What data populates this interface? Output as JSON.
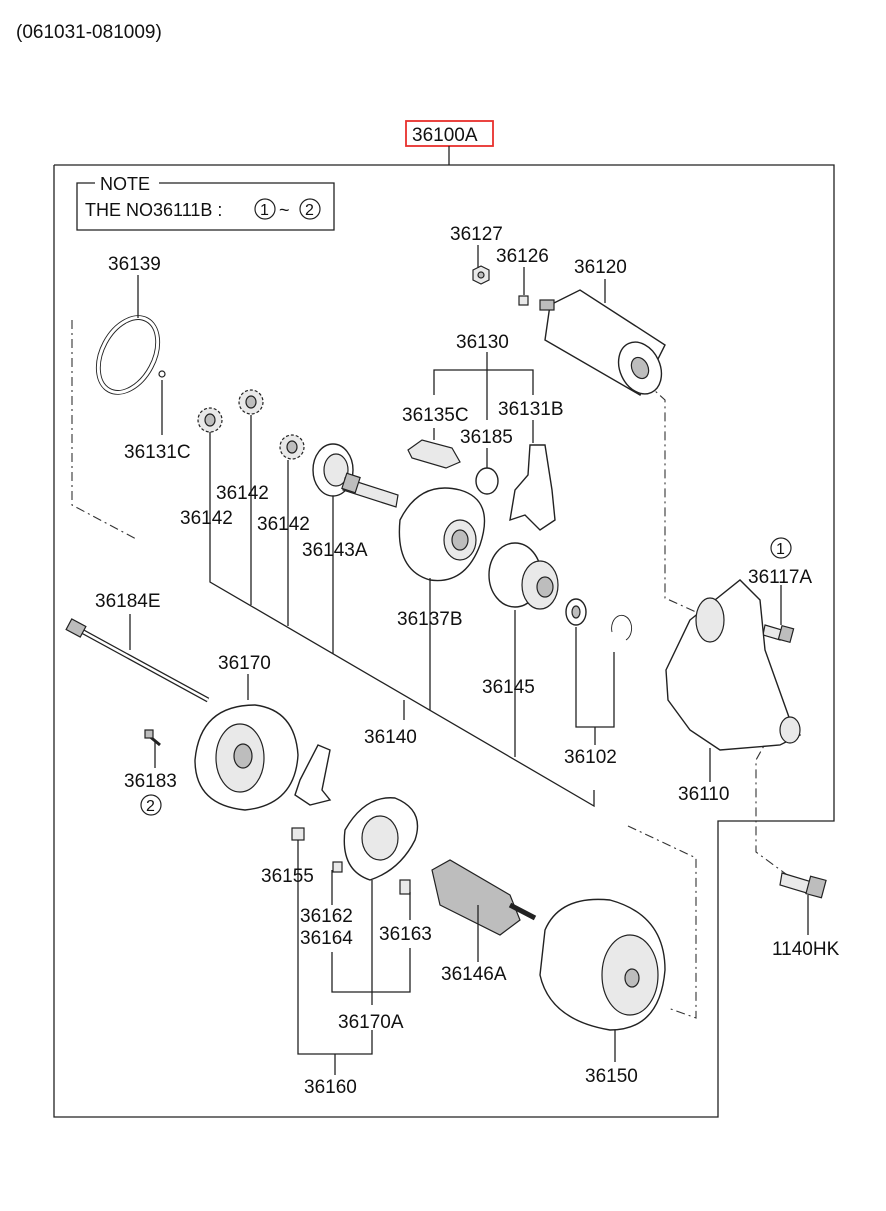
{
  "header": {
    "date_range": "(061031-081009)"
  },
  "assembly": {
    "number": "36100A",
    "highlight_color": "#e8302c"
  },
  "note": {
    "title": "NOTE",
    "text": "THE NO36111B :",
    "marker_1": "1",
    "tilde": "~",
    "marker_2": "2"
  },
  "markers": {
    "m1": "1",
    "m2": "2"
  },
  "parts": {
    "p36127": "36127",
    "p36126": "36126",
    "p36120": "36120",
    "p36139": "36139",
    "p36130": "36130",
    "p36135C": "36135C",
    "p36131B": "36131B",
    "p36185": "36185",
    "p36131C": "36131C",
    "p36142a": "36142",
    "p36142b": "36142",
    "p36142c": "36142",
    "p36143A": "36143A",
    "p36137B": "36137B",
    "p36117A": "36117A",
    "p36184E": "36184E",
    "p36170": "36170",
    "p36145": "36145",
    "p36140": "36140",
    "p36102": "36102",
    "p36183": "36183",
    "p36110": "36110",
    "p36155": "36155",
    "p36162": "36162",
    "p36164": "36164",
    "p36163": "36163",
    "p1140HK": "1140HK",
    "p36146A": "36146A",
    "p36170A": "36170A",
    "p36150": "36150",
    "p36160": "36160"
  }
}
